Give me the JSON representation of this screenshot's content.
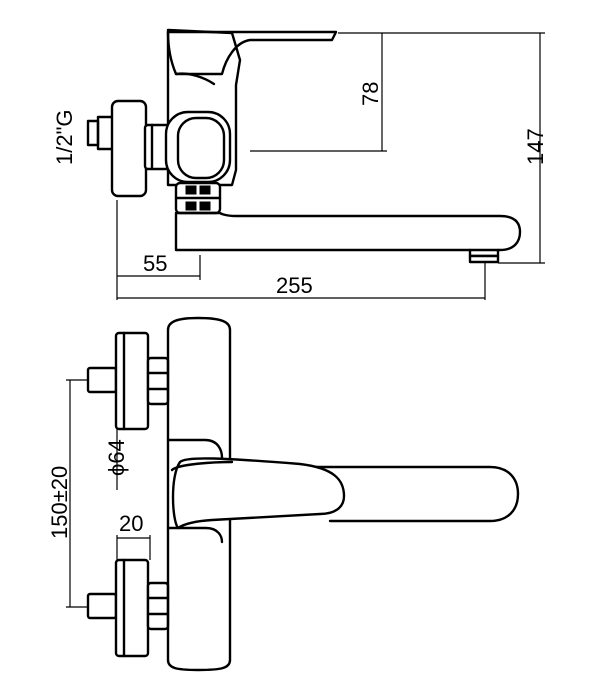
{
  "dimensions": {
    "thread": "1/2\"G",
    "lever_height": "78",
    "total_height": "147",
    "wall_offset": "55",
    "spout_reach": "255",
    "flange_diameter": "ϕ64",
    "center_distance": "150±20",
    "connector_length": "20"
  }
}
